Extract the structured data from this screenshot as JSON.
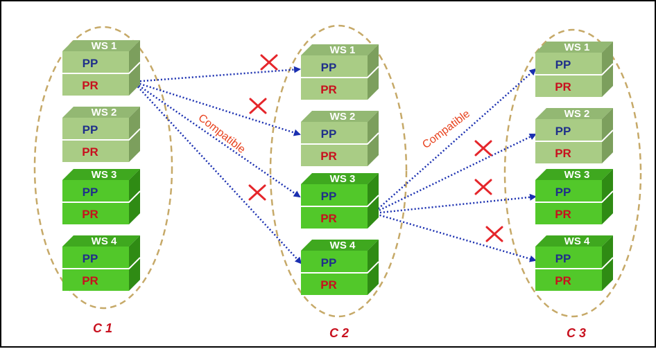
{
  "colors": {
    "pale_top": "#93b873",
    "pale_front": "#a9cc85",
    "pale_side": "#7c9f5d",
    "bright_top": "#3fa81f",
    "bright_front": "#52c82a",
    "bright_side": "#2f8b14",
    "ellipse": "#c6a968",
    "arrow": "#1a2fb0",
    "cross": "#e5262b",
    "pp_text": "#1f2f8a",
    "pr_text": "#c8101e"
  },
  "clusters": [
    {
      "label": "C 1",
      "services": [
        {
          "ws": "WS 1",
          "pp": "PP",
          "pr": "PR",
          "style": "pale"
        },
        {
          "ws": "WS 2",
          "pp": "PP",
          "pr": "PR",
          "style": "pale"
        },
        {
          "ws": "WS 3",
          "pp": "PP",
          "pr": "PR",
          "style": "bright"
        },
        {
          "ws": "WS 4",
          "pp": "PP",
          "pr": "PR",
          "style": "bright"
        }
      ]
    },
    {
      "label": "C 2",
      "services": [
        {
          "ws": "WS 1",
          "pp": "PP",
          "pr": "PR",
          "style": "pale"
        },
        {
          "ws": "WS 2",
          "pp": "PP",
          "pr": "PR",
          "style": "pale"
        },
        {
          "ws": "WS 3",
          "pp": "PP",
          "pr": "PR",
          "style": "bright"
        },
        {
          "ws": "WS 4",
          "pp": "PP",
          "pr": "PR",
          "style": "bright"
        }
      ]
    },
    {
      "label": "C 3",
      "services": [
        {
          "ws": "WS 1",
          "pp": "PP",
          "pr": "PR",
          "style": "pale"
        },
        {
          "ws": "WS 2",
          "pp": "PP",
          "pr": "PR",
          "style": "pale"
        },
        {
          "ws": "WS 3",
          "pp": "PP",
          "pr": "PR",
          "style": "bright"
        },
        {
          "ws": "WS 4",
          "pp": "PP",
          "pr": "PR",
          "style": "bright"
        }
      ]
    }
  ],
  "links": [
    {
      "from": "C 1 / WS 1",
      "to": "C 2 / WS 1",
      "compatible": false
    },
    {
      "from": "C 1 / WS 1",
      "to": "C 2 / WS 2",
      "compatible": false
    },
    {
      "from": "C 1 / WS 1",
      "to": "C 2 / WS 3",
      "compatible": true
    },
    {
      "from": "C 1 / WS 1",
      "to": "C 2 / WS 4",
      "compatible": false
    },
    {
      "from": "C 2 / WS 3",
      "to": "C 3 / WS 1",
      "compatible": true
    },
    {
      "from": "C 2 / WS 3",
      "to": "C 3 / WS 2",
      "compatible": false
    },
    {
      "from": "C 2 / WS 3",
      "to": "C 3 / WS 3",
      "compatible": false
    },
    {
      "from": "C 2 / WS 3",
      "to": "C 3 / WS 4",
      "compatible": false
    }
  ],
  "compatible_label": "Compatible"
}
